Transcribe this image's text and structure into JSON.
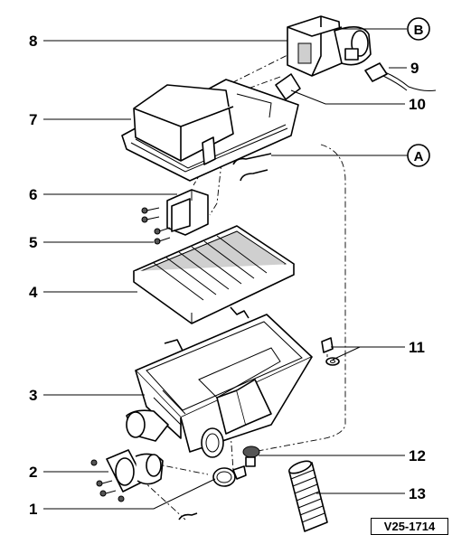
{
  "diagram": {
    "reference_code": "V25-1714",
    "callouts": [
      "1",
      "2",
      "3",
      "4",
      "5",
      "6",
      "7",
      "8",
      "9",
      "10",
      "11",
      "12",
      "13"
    ],
    "connector_labels": [
      "A",
      "B"
    ]
  }
}
